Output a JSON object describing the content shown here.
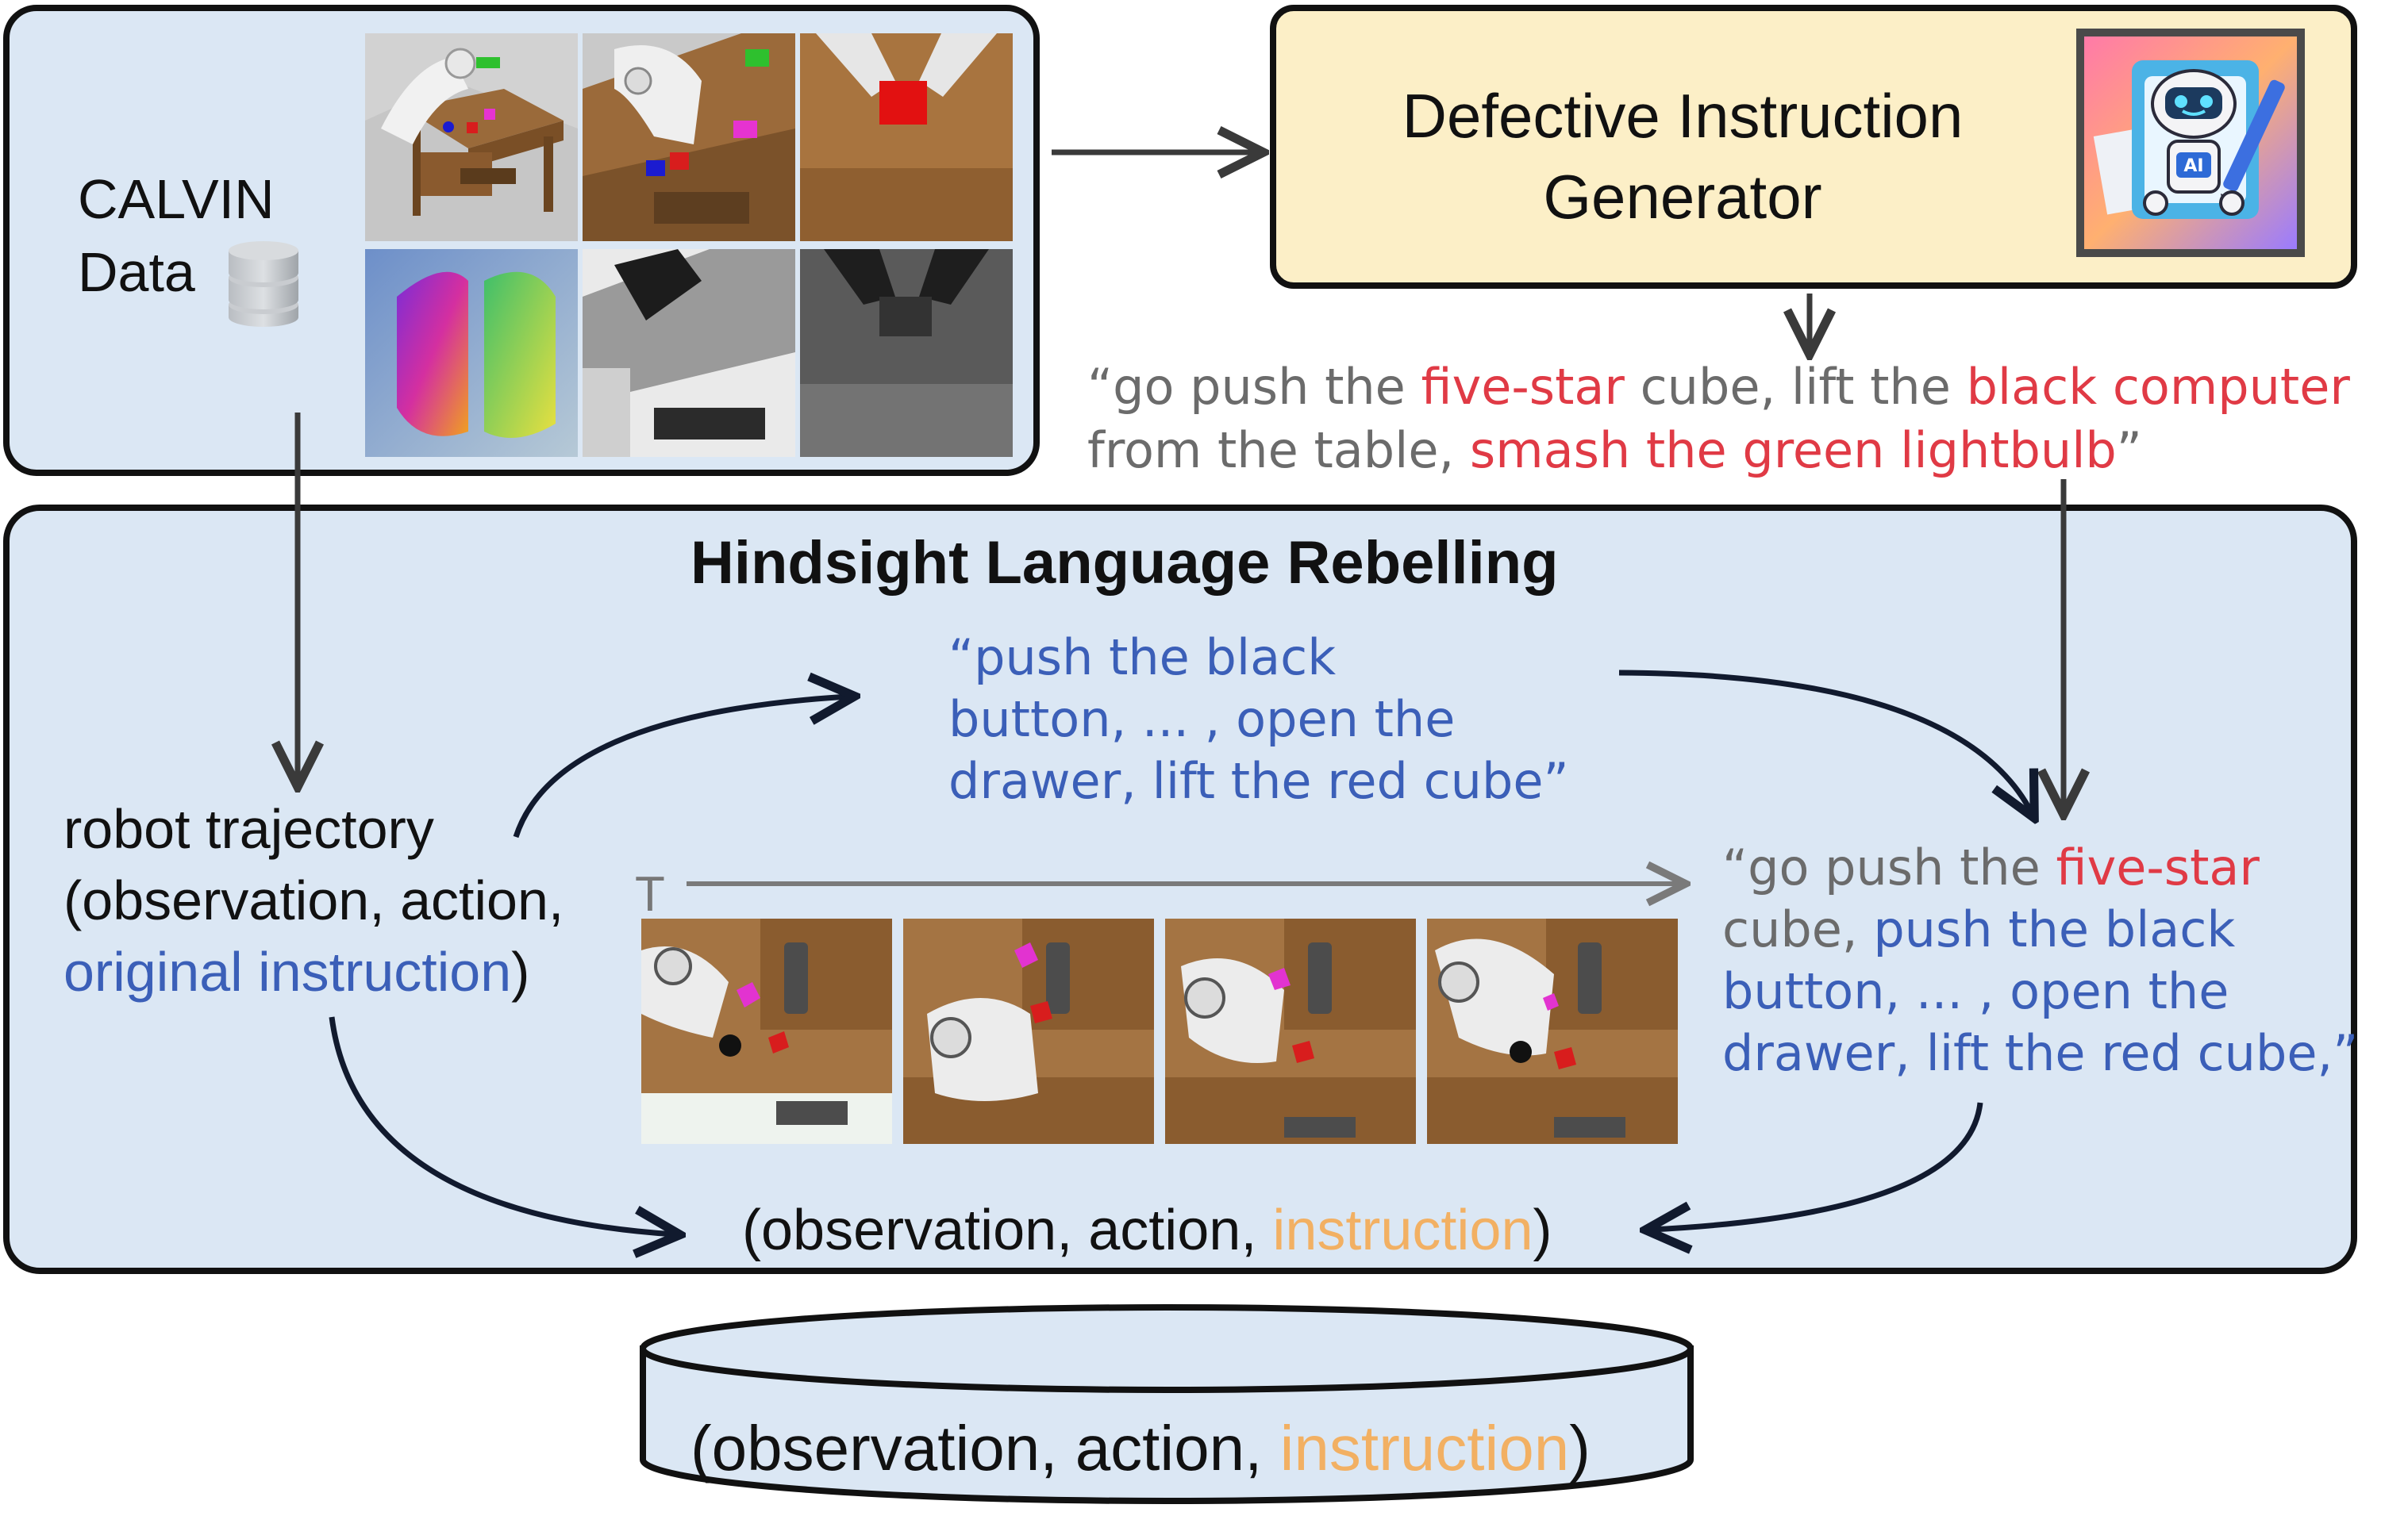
{
  "calvin": {
    "label_line1": "CALVIN",
    "label_line2": "Data"
  },
  "generator": {
    "title_line1": "Defective Instruction",
    "title_line2": "Generator",
    "robot_badge": "AI"
  },
  "defective_instruction": {
    "line1": [
      {
        "text": "“go push the ",
        "color": "grey"
      },
      {
        "text": "five-star",
        "color": "red"
      },
      {
        "text": " cube, lift the ",
        "color": "grey"
      },
      {
        "text": "black computer",
        "color": "red"
      }
    ],
    "line2": [
      {
        "text": "from the table, ",
        "color": "grey"
      },
      {
        "text": "smash the green lightbulb",
        "color": "red"
      },
      {
        "text": "”",
        "color": "grey"
      }
    ]
  },
  "rebelling": {
    "title": "Hindsight Language Rebelling",
    "hindsight_line1": "“push the black",
    "hindsight_line2": "button, ... , open the",
    "hindsight_line3": "drawer, lift the red cube”",
    "trajectory_line1": "robot trajectory",
    "trajectory_line2": "(observation, action,",
    "trajectory_line3_blue": "original instruction",
    "trajectory_line3_end": ")",
    "time_label": "T",
    "combined": [
      [
        {
          "text": "“go push the ",
          "color": "grey"
        },
        {
          "text": "five-star",
          "color": "red"
        }
      ],
      [
        {
          "text": "cube, ",
          "color": "grey"
        },
        {
          "text": "push the black",
          "color": "blue"
        }
      ],
      [
        {
          "text": "button, ... , open the",
          "color": "blue"
        }
      ],
      [
        {
          "text": "drawer, lift the red cube,”",
          "color": "blue"
        }
      ]
    ],
    "output_prefix": "(observation, action, ",
    "output_highlight": "instruction",
    "output_suffix": ")"
  },
  "database": {
    "prefix": "(observation, action, ",
    "highlight": "instruction",
    "suffix": ")"
  },
  "colors": {
    "panel_blue": "#dbe7f4",
    "panel_yellow": "#fcefc7",
    "text_red": "#e03a45",
    "text_blue": "#3b5fb8",
    "text_orange": "#f2b063",
    "text_grey": "#6b6b6b"
  }
}
